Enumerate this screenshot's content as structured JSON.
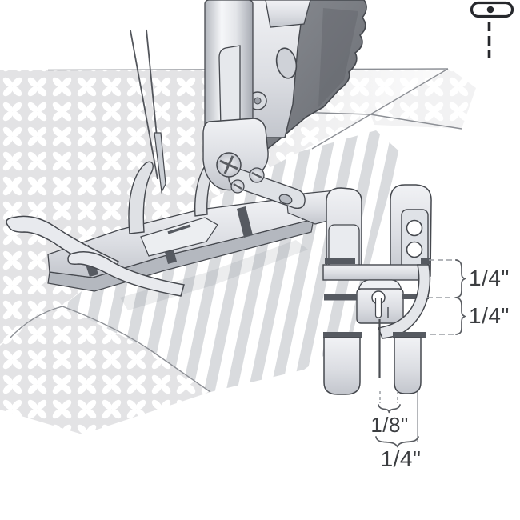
{
  "dims": {
    "side_top": "1/4\"",
    "side_bottom": "1/4\"",
    "slot_width": "1/8\"",
    "foot_edge_width": "1/4\""
  },
  "icons": {
    "top_right": "screw-with-dashed-line-icon"
  },
  "colors": {
    "dim_text": "#3b3d40",
    "outline": "#45484e",
    "band_dark": "#565a61",
    "machine_dark": "#7b7e85",
    "metal_light": "#e9ebef",
    "metal_mid": "#c5c8ce",
    "pattern_bg": "#e3e3e5",
    "flower": "#ffffff",
    "stripe": "#d7d9dc",
    "edge_line": "#8c8f95",
    "annotation_line": "#9a9da3",
    "brace": "#5a5d62",
    "icon": "#26282c"
  }
}
